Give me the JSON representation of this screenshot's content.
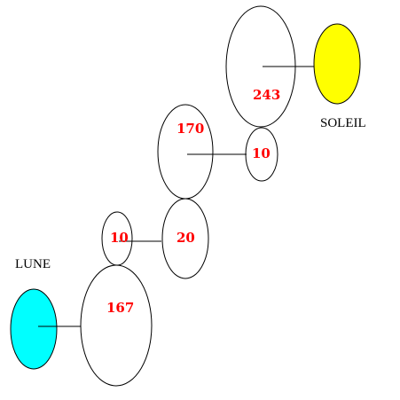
{
  "labels": {
    "soleil": "SOLEIL",
    "lune": "LUNE"
  },
  "numbers": {
    "n243": "243",
    "n170": "170",
    "n10_upper": "10",
    "n20": "20",
    "n10_lower": "10",
    "n167": "167"
  },
  "colors": {
    "sun": "#ffff00",
    "moon": "#00ffff",
    "number_text": "#ff0000",
    "outline": "#000000",
    "background": "#ffffff"
  }
}
